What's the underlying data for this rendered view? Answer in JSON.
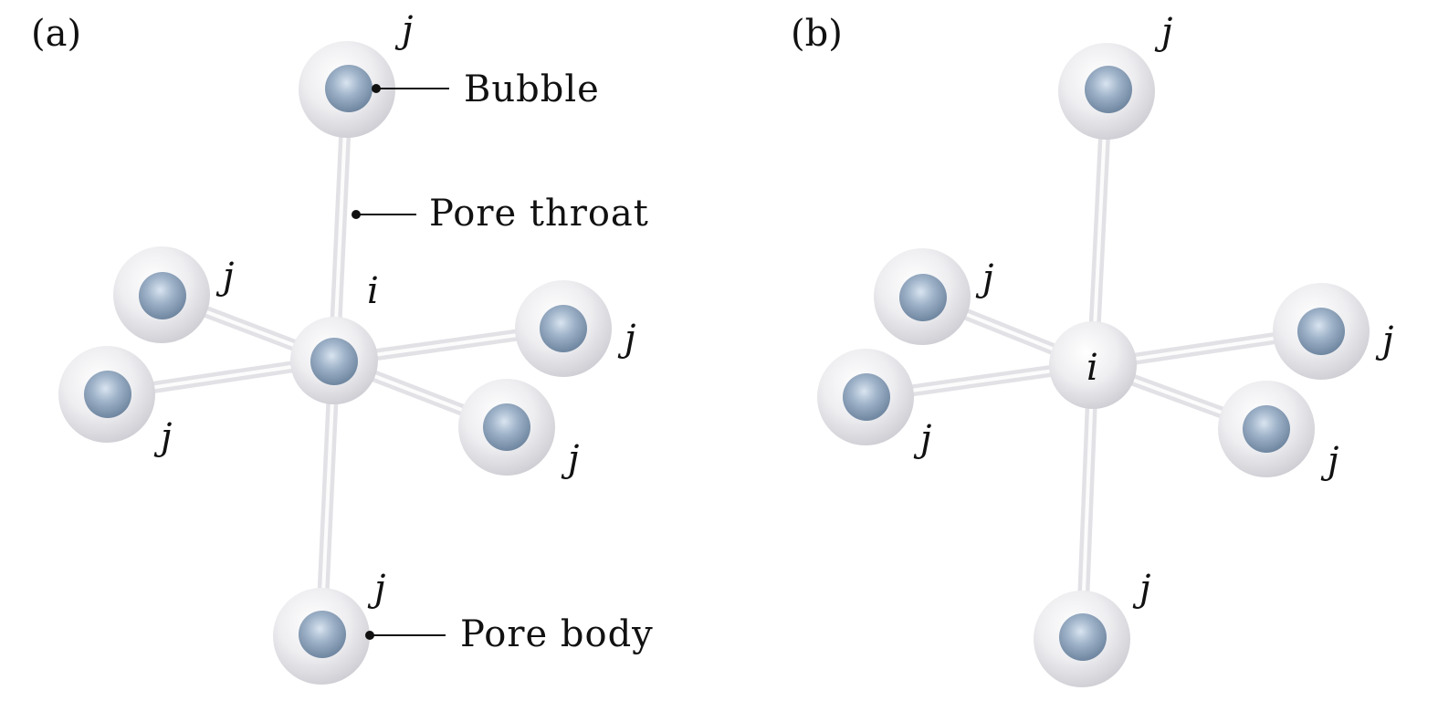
{
  "figure": {
    "colors": {
      "pore_shell": "#e6e6ea",
      "bubble": "#93a8c0",
      "throat": "#e2e2e6",
      "text": "#111111"
    },
    "panels": [
      {
        "label": "(a)",
        "center_label": "i",
        "neighbor_label": "j",
        "has_bubble_at_center": true,
        "neighbor_count": 6,
        "callouts": {
          "bubble": "Bubble",
          "pore_throat": "Pore throat",
          "pore_body": "Pore body"
        }
      },
      {
        "label": "(b)",
        "center_label": "i",
        "neighbor_label": "j",
        "has_bubble_at_center": false,
        "neighbor_count": 6
      }
    ]
  }
}
